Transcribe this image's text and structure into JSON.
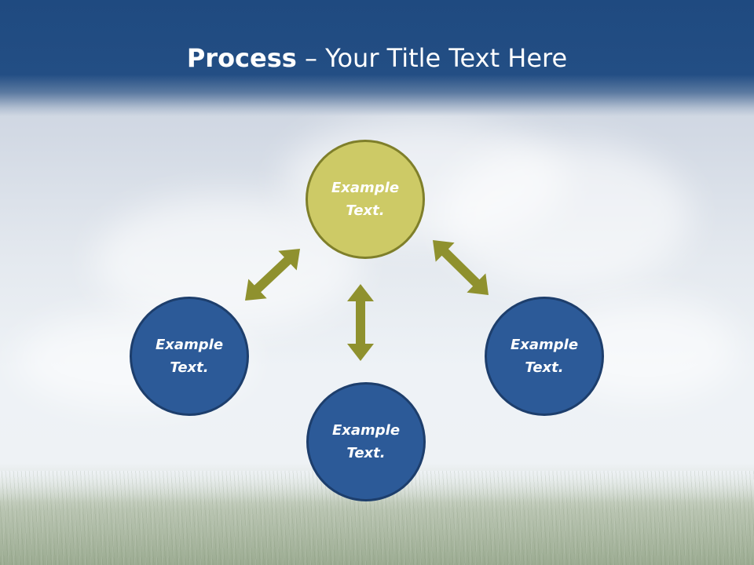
{
  "slide": {
    "title_bold": "Process",
    "title_rest": " – Your Title Text Here"
  },
  "nodes": {
    "top": {
      "line1": "Example",
      "line2": "Text."
    },
    "left": {
      "line1": "Example",
      "line2": "Text."
    },
    "bottom": {
      "line1": "Example",
      "line2": "Text."
    },
    "right": {
      "line1": "Example",
      "line2": "Text."
    }
  },
  "colors": {
    "header_blue": "#1f4a80",
    "center_fill": "#cdca66",
    "center_border": "#7f7f2a",
    "outer_fill": "#2c5a98",
    "outer_border": "#1d3e6c",
    "arrow": "#8f912e"
  },
  "icons": {
    "arrow": "double-headed-arrow"
  }
}
